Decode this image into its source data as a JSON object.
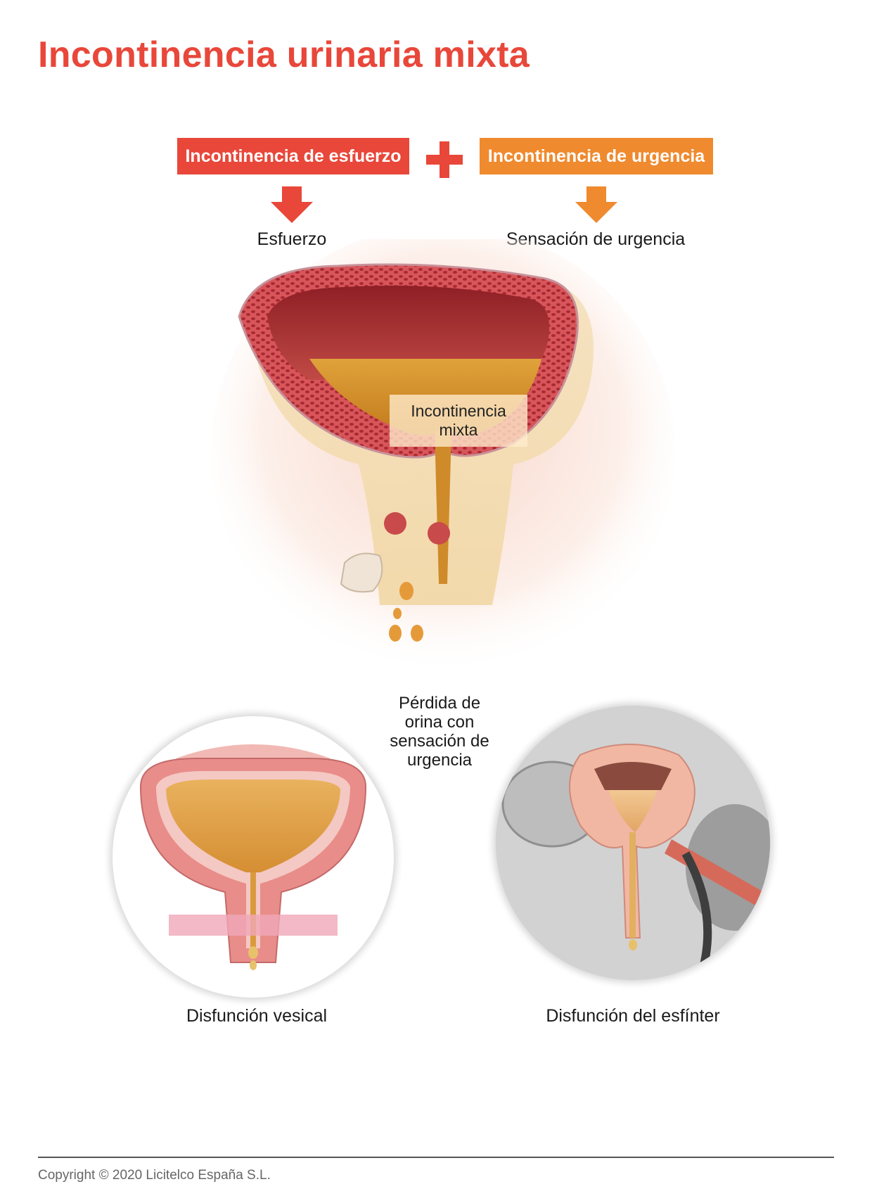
{
  "title": "Incontinencia urinaria mixta",
  "colors": {
    "title": "#e8473a",
    "stress": "#e8473a",
    "urge": "#ef8a2e",
    "text": "#1a1a1a"
  },
  "stress_tag": "Incontinencia de esfuerzo",
  "urge_tag": "Incontinencia de urgencia",
  "plus_icon": "plus-icon",
  "stress_result": "Esfuerzo",
  "urge_result": "Sensación de urgencia",
  "center_label": {
    "line1": "Incontinencia",
    "line2": "mixta"
  },
  "urine_loss_label": {
    "line1": "Pérdida de",
    "line2": "orina con",
    "line3": "sensación de",
    "line4": "urgencia"
  },
  "left_circle_caption": "Disfunción vesical",
  "right_circle_caption": "Disfunción del esfínter",
  "copyright": "Copyright © 2020 Licitelco España S.L."
}
